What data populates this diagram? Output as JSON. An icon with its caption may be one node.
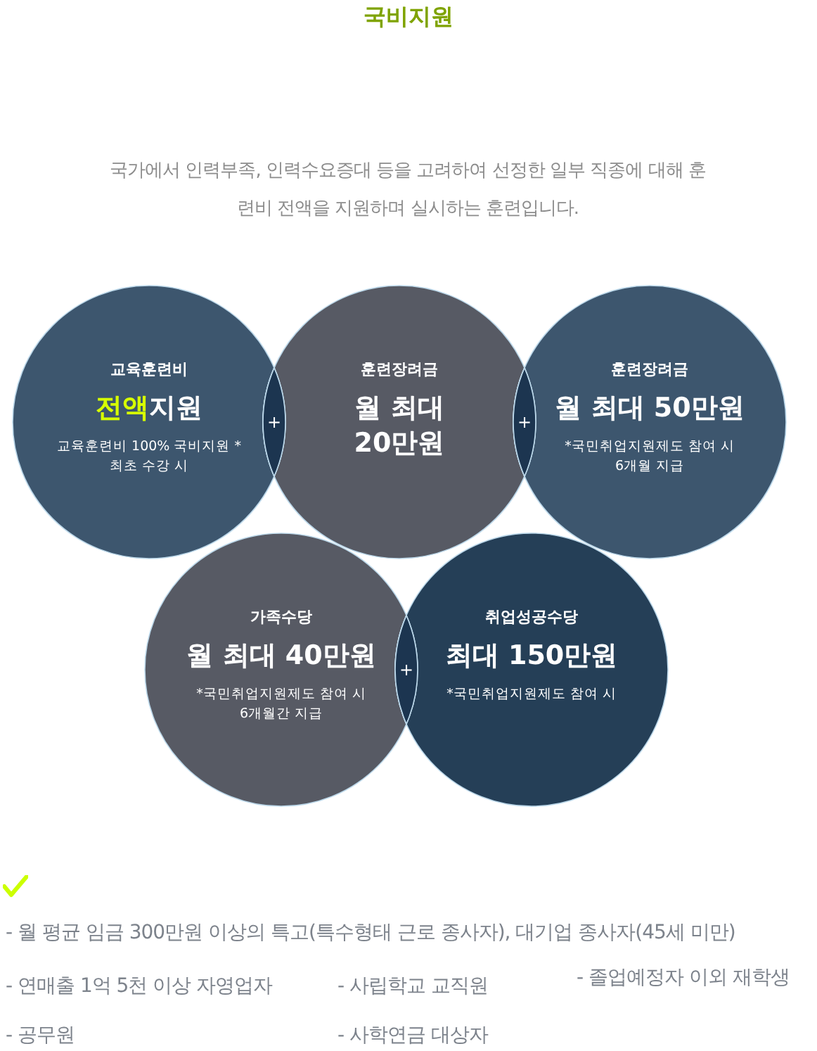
{
  "diagram": {
    "title": "국비지원",
    "caption": "국가에서 인력부족, 인력수요증대 등을 고려하여 선정한 일부 직종에 대해 훈련비 전액을 지원하며 실시하는 훈련입니다.",
    "nodes": [
      {
        "text": [
          "교육훈련비",
          "**전액**지원",
          "교육훈련비 100% 국비지원 *최초 수강 시"
        ]
      },
      {
        "text": [
          "훈련장려금",
          "월 최대 20만원"
        ]
      },
      {
        "text": [
          "훈련장려금",
          "월 최대 50만원",
          "*국민취업지원제도 참여 시 6개월 지급"
        ]
      },
      {
        "text": [
          "가족수당",
          "월 최대 40만원",
          "*국민취업지원제도 참여 시 6개월간 지급"
        ]
      },
      {
        "text": [
          "취업성공수당",
          "최대 150만원",
          "*국민취업지원제도 참여 시"
        ]
      }
    ],
    "labels": [
      "+",
      "+",
      "+",
      "- 월 평균 임금 300만원 이상의 특고(특수형태 근로 종사자), 대기업 종사자(45세 미만)",
      "- 연매출 1억 5천 이상 자영업자",
      "- 사립학교 교직원",
      "- 졸업예정자 이외 재학생",
      "- 공무원",
      "- 사학연금 대상자"
    ]
  }
}
